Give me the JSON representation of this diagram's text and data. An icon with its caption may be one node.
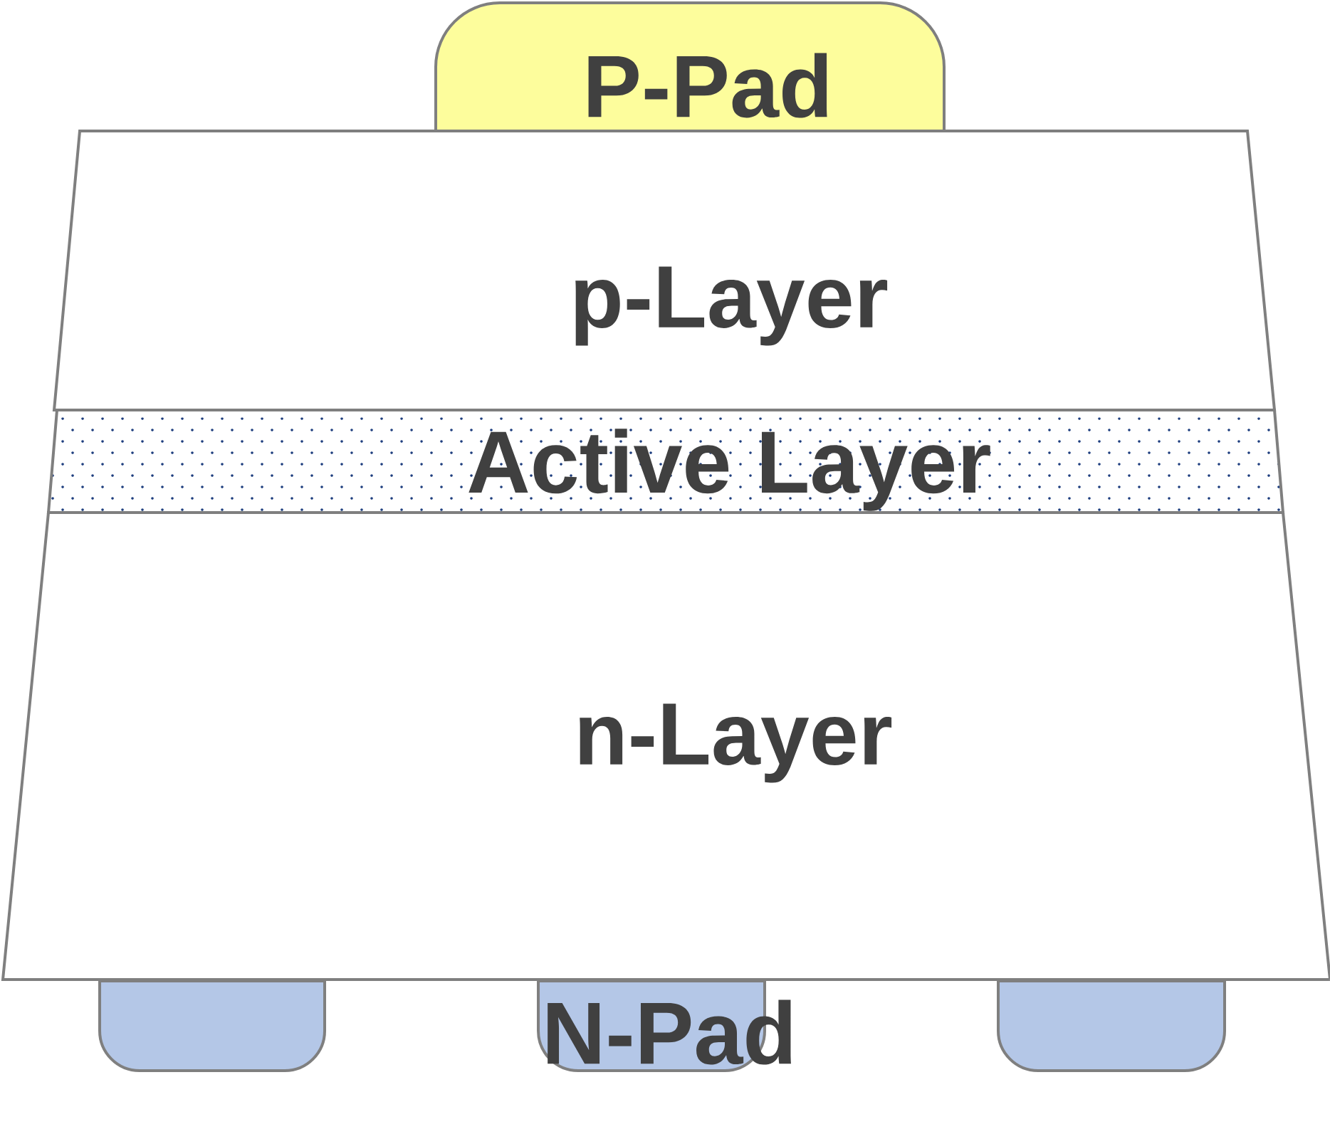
{
  "diagram": {
    "nodes": [
      {
        "text": [
          "P-Pad"
        ]
      },
      {
        "text": [
          "p-Layer"
        ]
      },
      {
        "text": [
          "Active Layer"
        ]
      },
      {
        "text": [
          "n-Layer"
        ]
      },
      {
        "text": [],
        "shape": "box"
      },
      {
        "text": [
          "N-Pad"
        ]
      },
      {
        "text": [],
        "shape": "box"
      }
    ]
  }
}
